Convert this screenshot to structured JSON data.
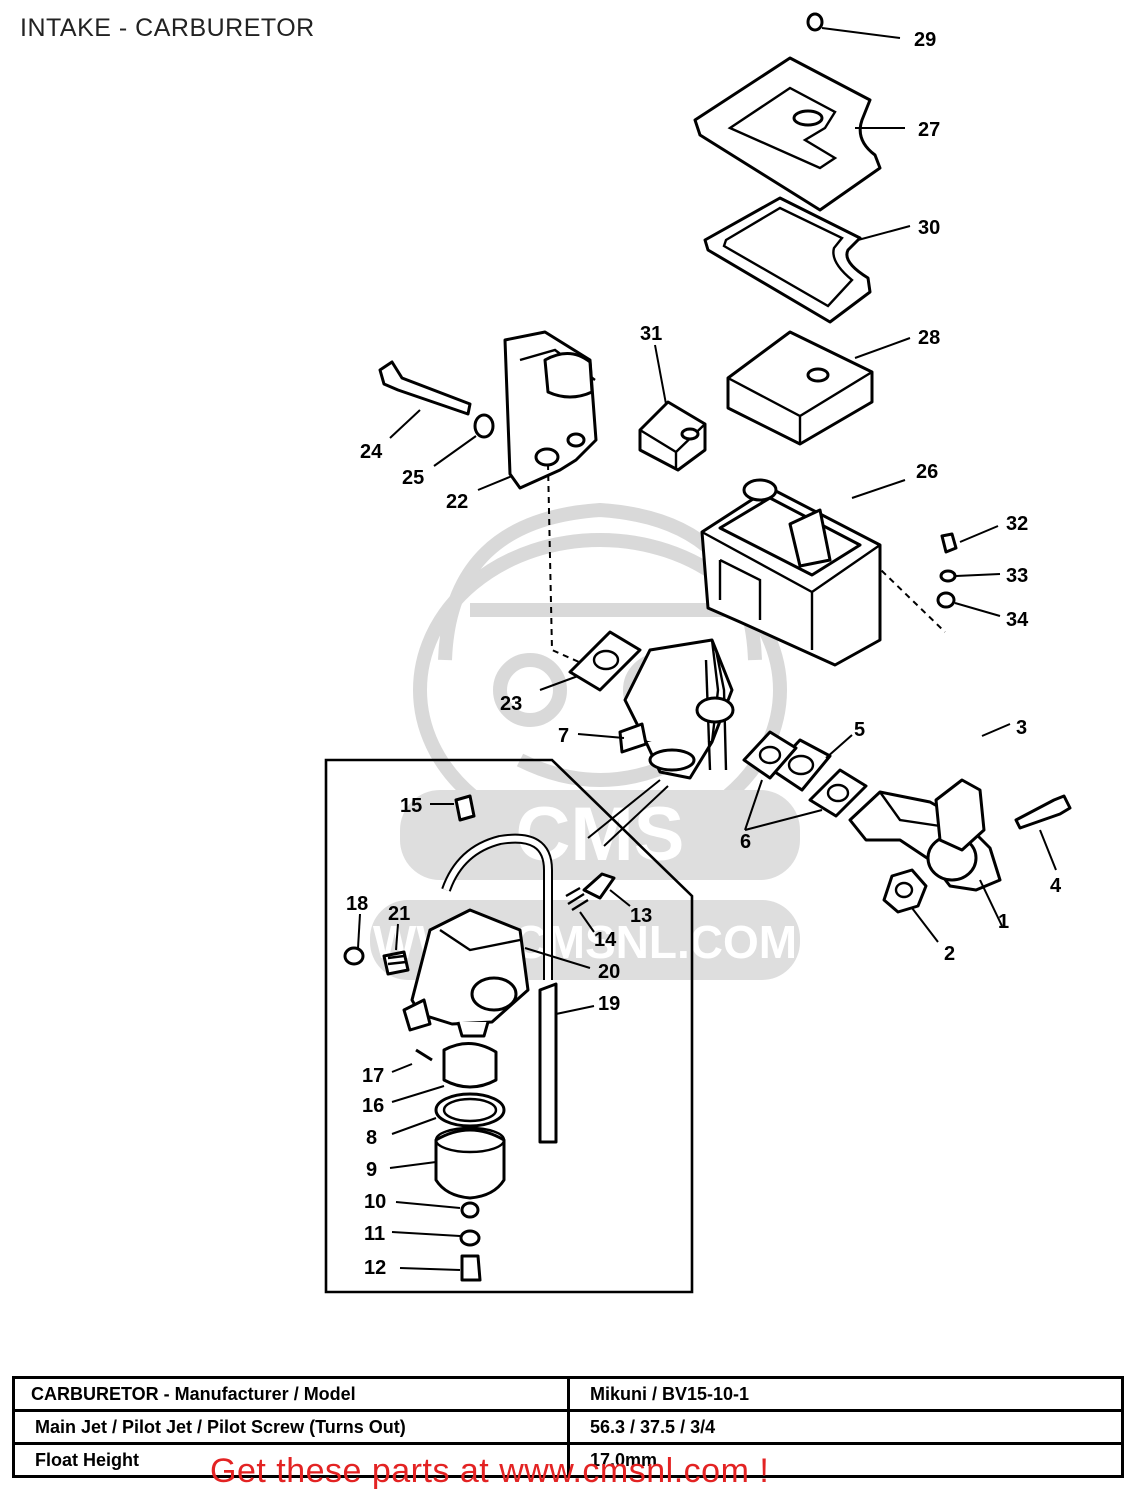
{
  "title": "INTAKE - CARBURETOR",
  "watermark": {
    "text": "WWW.CMSNL.COM",
    "logo_text": "CMS"
  },
  "callouts": [
    {
      "id": "c29",
      "label": "29"
    },
    {
      "id": "c27",
      "label": "27"
    },
    {
      "id": "c30",
      "label": "30"
    },
    {
      "id": "c31",
      "label": "31"
    },
    {
      "id": "c28",
      "label": "28"
    },
    {
      "id": "c24",
      "label": "24"
    },
    {
      "id": "c25",
      "label": "25"
    },
    {
      "id": "c22",
      "label": "22"
    },
    {
      "id": "c26",
      "label": "26"
    },
    {
      "id": "c32",
      "label": "32"
    },
    {
      "id": "c33",
      "label": "33"
    },
    {
      "id": "c34",
      "label": "34"
    },
    {
      "id": "c23",
      "label": "23"
    },
    {
      "id": "c7",
      "label": "7"
    },
    {
      "id": "c5",
      "label": "5"
    },
    {
      "id": "c3",
      "label": "3"
    },
    {
      "id": "c6",
      "label": "6"
    },
    {
      "id": "c4",
      "label": "4"
    },
    {
      "id": "c1",
      "label": "1"
    },
    {
      "id": "c2",
      "label": "2"
    },
    {
      "id": "c15",
      "label": "15"
    },
    {
      "id": "c13",
      "label": "13"
    },
    {
      "id": "c18",
      "label": "18"
    },
    {
      "id": "c21",
      "label": "21"
    },
    {
      "id": "c14",
      "label": "14"
    },
    {
      "id": "c20",
      "label": "20"
    },
    {
      "id": "c19",
      "label": "19"
    },
    {
      "id": "c17",
      "label": "17"
    },
    {
      "id": "c16",
      "label": "16"
    },
    {
      "id": "c8",
      "label": "8"
    },
    {
      "id": "c9",
      "label": "9"
    },
    {
      "id": "c10",
      "label": "10"
    },
    {
      "id": "c11",
      "label": "11"
    },
    {
      "id": "c12",
      "label": "12"
    }
  ],
  "specs": {
    "rows": [
      {
        "label": "CARBURETOR - Manufacturer / Model",
        "value": "Mikuni / BV15-10-1"
      },
      {
        "label": "Main Jet / Pilot Jet / Pilot Screw (Turns Out)",
        "value": "56.3 / 37.5 / 3/4"
      },
      {
        "label": "Float Height",
        "value": "17.0mm"
      }
    ]
  },
  "promo": "Get these parts at www.cmsnl.com !",
  "colors": {
    "promo": "#e32323",
    "watermark": "#d9d9d9",
    "line": "#000000"
  }
}
